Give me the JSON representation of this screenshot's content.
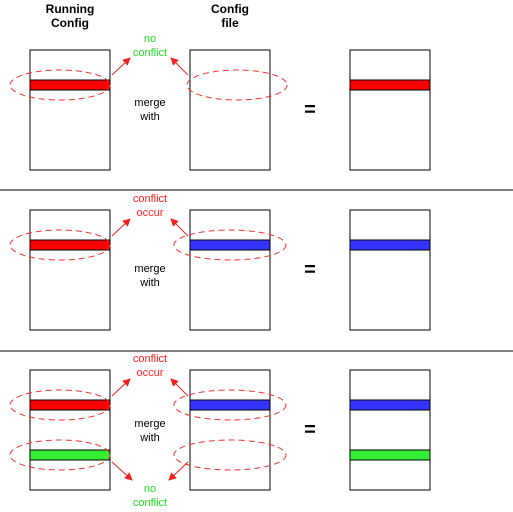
{
  "headers": {
    "running_line1": "Running",
    "running_line2": "Config",
    "file_line1": "Config",
    "file_line2": "file"
  },
  "colors": {
    "red": "#ff0000",
    "blue": "#3333ff",
    "green": "#33ee33",
    "no_conflict": "#22dd22",
    "conflict": "#ff2222",
    "ellipse": "#ee3333"
  },
  "merge_label": {
    "line1": "merge",
    "line2": "with"
  },
  "equals_sign": "=",
  "scenarios": [
    {
      "id": "no-conflict",
      "running_bars": [
        "red"
      ],
      "file_bars": [],
      "result_bars": [
        "red"
      ],
      "annotations": [
        {
          "kind": "no_conflict",
          "line1": "no",
          "line2": "conflict"
        }
      ]
    },
    {
      "id": "conflict",
      "running_bars": [
        "red"
      ],
      "file_bars": [
        "blue"
      ],
      "result_bars": [
        "blue"
      ],
      "annotations": [
        {
          "kind": "conflict",
          "line1": "conflict",
          "line2": "occur"
        }
      ]
    },
    {
      "id": "mixed",
      "running_bars": [
        "red",
        "green"
      ],
      "file_bars": [
        "blue"
      ],
      "result_bars": [
        "blue",
        "green"
      ],
      "annotations": [
        {
          "kind": "conflict",
          "line1": "conflict",
          "line2": "occur"
        },
        {
          "kind": "no_conflict",
          "line1": "no",
          "line2": "conflict"
        }
      ]
    }
  ]
}
